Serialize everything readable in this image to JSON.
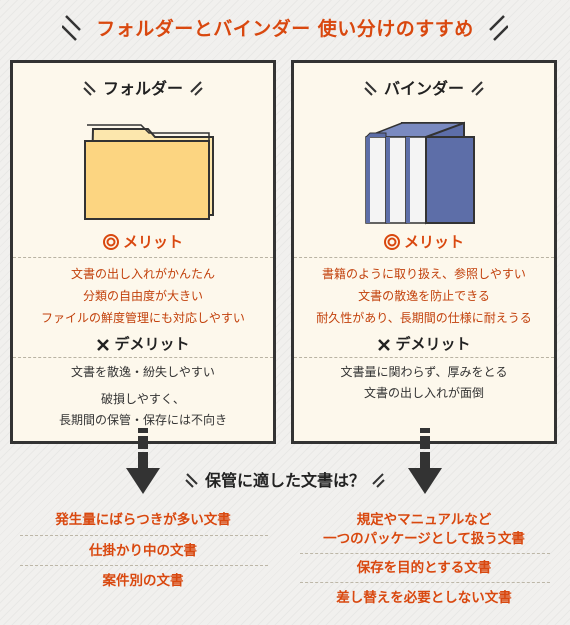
{
  "title": "フォルダーとバインダー 使い分けのすすめ",
  "colors": {
    "accent": "#d9480f",
    "folder": "#fcd581",
    "binder": "#5d6ea8"
  },
  "folder_panel": {
    "heading": "フォルダー",
    "merit_heading": "メリット",
    "merits": [
      "文書の出し入れがかんたん",
      "分類の自由度が大きい",
      "ファイルの鮮度管理にも対応しやすい"
    ],
    "demerit_heading": "デメリット",
    "demerits": [
      "文書を散逸・紛失しやすい",
      "破損しやすく、",
      "長期間の保管・保存には不向き"
    ]
  },
  "binder_panel": {
    "heading": "バインダー",
    "merit_heading": "メリット",
    "merits": [
      "書籍のように取り扱え、参照しやすい",
      "文書の散逸を防止できる",
      "耐久性があり、長期間の仕様に耐えうる"
    ],
    "demerit_heading": "デメリット",
    "demerits": [
      "文書量に関わらず、厚みをとる",
      "文書の出し入れが面倒"
    ]
  },
  "question": "保管に適した文書は？",
  "folder_docs": [
    "発生量にばらつきが多い文書",
    "仕掛かり中の文書",
    "案件別の文書"
  ],
  "binder_docs": [
    "規定やマニュアルなど",
    "一つのパッケージとして扱う文書",
    "保存を目的とする文書",
    "差し替えを必要としない文書"
  ]
}
